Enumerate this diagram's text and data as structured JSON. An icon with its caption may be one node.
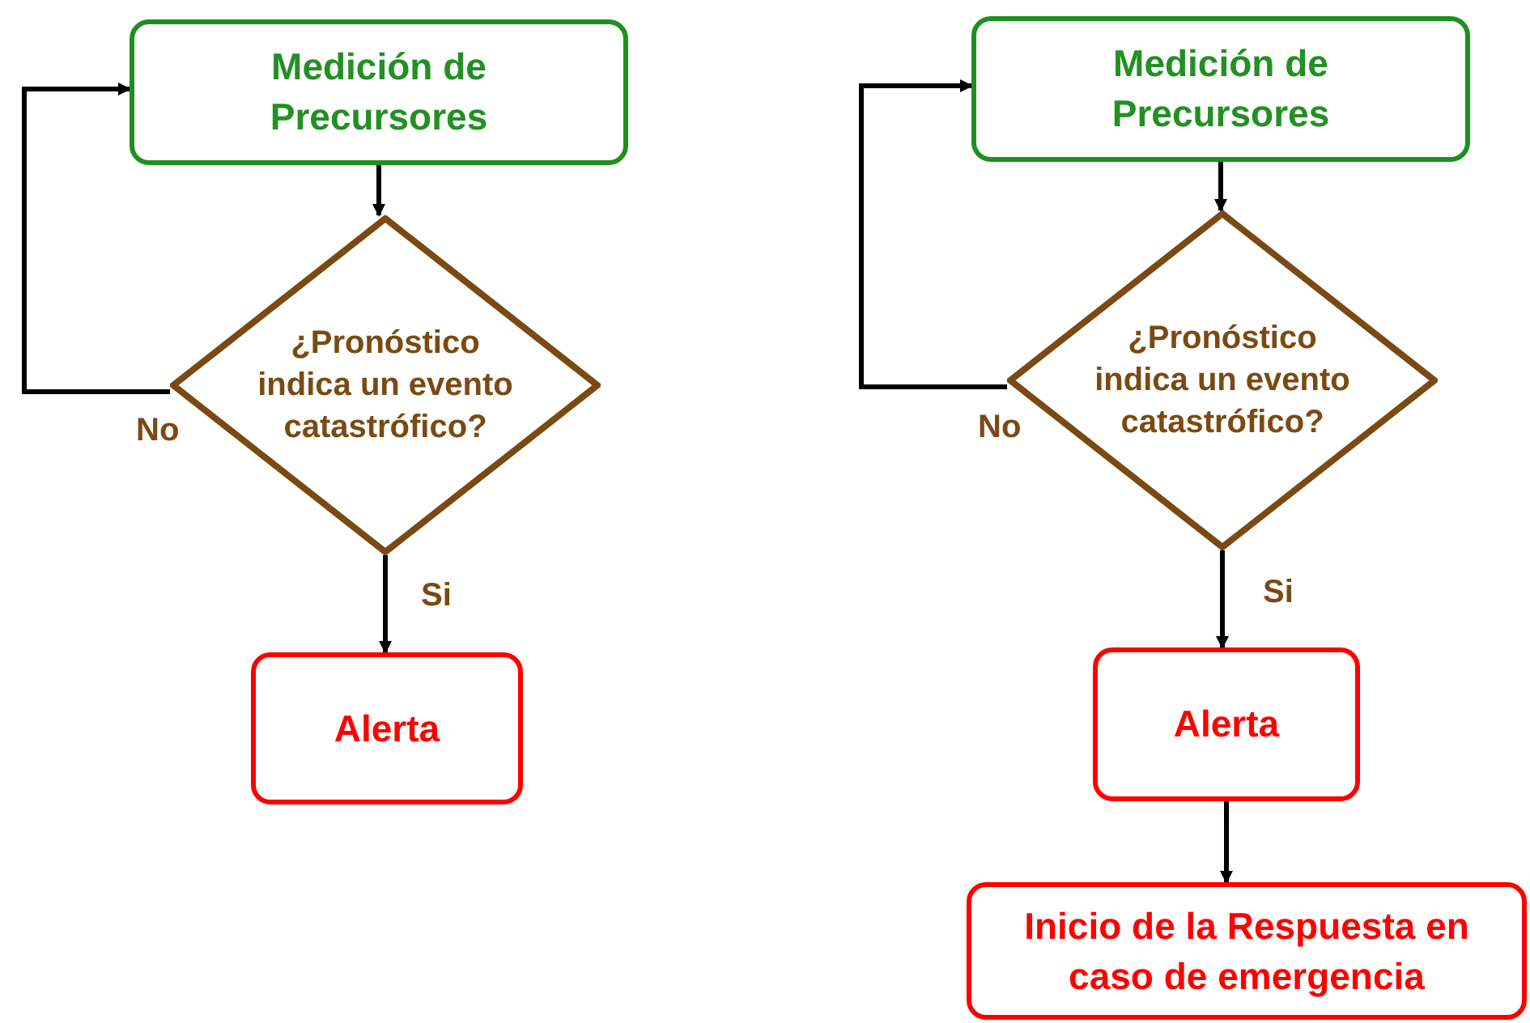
{
  "diagram": {
    "nodes": [
      {
        "text": [
          "Medición de Precursores"
        ]
      },
      {
        "text": [
          "¿Pronóstico indica un evento catastrófico?"
        ]
      },
      {
        "text": [
          "Alerta"
        ]
      },
      {
        "text": [
          "Medición de Precursores"
        ]
      },
      {
        "text": [
          "¿Pronóstico indica un evento catastrófico?"
        ]
      },
      {
        "text": [
          "Alerta"
        ]
      },
      {
        "text": [
          "Inicio de la Respuesta en caso de emergencia"
        ]
      }
    ],
    "edges": [
      {
        "from": 0,
        "to": 1,
        "arrow": "to"
      },
      {
        "from": 1,
        "to": 0,
        "arrow": "to",
        "label": "No"
      },
      {
        "from": 1,
        "to": 2,
        "arrow": "to",
        "label": "Si"
      },
      {
        "from": 3,
        "to": 4,
        "arrow": "to"
      },
      {
        "from": 4,
        "to": 3,
        "arrow": "to",
        "label": "No"
      },
      {
        "from": 4,
        "to": 5,
        "arrow": "to",
        "label": "Si"
      },
      {
        "from": 5,
        "to": 6,
        "arrow": "to"
      }
    ]
  }
}
